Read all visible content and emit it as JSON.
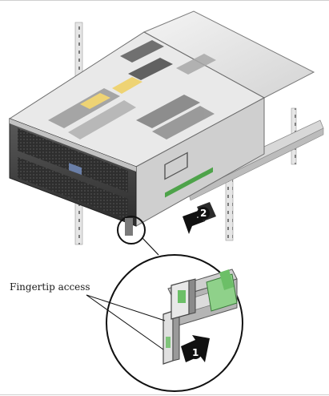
{
  "callout_label": "Fingertip access",
  "steps": [
    {
      "number": "1"
    },
    {
      "number": "2"
    }
  ],
  "colors": {
    "latch_green": "#8fd18a",
    "chassis_light": "#ececec",
    "chassis_mid": "#c8c8c8",
    "chassis_dark": "#3a3a3a",
    "arrow_black": "#111111",
    "rack_rail": "#d9d9d9"
  }
}
